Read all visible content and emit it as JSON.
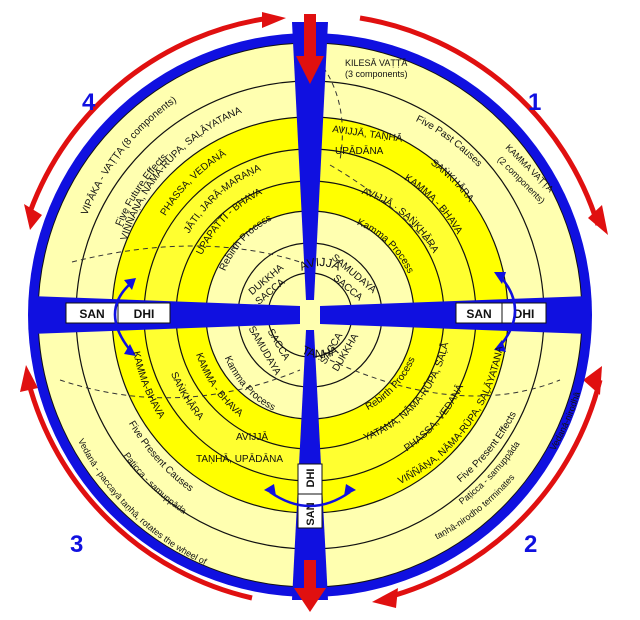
{
  "colors": {
    "rim_blue": "#1010e0",
    "arrow_red": "#e01010",
    "pale_yellow": "#ffffb0",
    "bright_yellow": "#ffff00",
    "ink": "#111111"
  },
  "quadrant_numbers": {
    "q1": "1",
    "q2": "2",
    "q3": "3",
    "q4": "4"
  },
  "center": {
    "avijja": "AVIJJĀ",
    "tanha": "TAṆHĀ"
  },
  "truths": {
    "dukkha_sacca_top": [
      "DUKKHA",
      "SACCA"
    ],
    "samudaya_sacca_top": [
      "SAMUDAYA",
      "SACCA"
    ],
    "samudaya_sacca_bottom": [
      "SAMUDAYA",
      "SACCA"
    ],
    "dukkha_sacca_bottom": [
      "DUKKHA",
      "SACCA"
    ]
  },
  "processes": {
    "rebirth_top_left": "Rebirth Process",
    "kamma_top_right": "Kamma Process",
    "kamma_bottom_left": "Kamma Process",
    "rebirth_bottom_right": "Rebirth Process"
  },
  "top_right": {
    "ring_inner": "AVIJJĀ · SAṄKHĀRA",
    "ring_mid": "KAMMA - BHAVA",
    "ring_mid2": "SAṄKHĀRA",
    "ring_outer": "UPĀDĀNA",
    "ring_outer2": "AVIJJĀ, TAṆHĀ",
    "causes": "Five Past Causes",
    "vatta": "KAMMA VAṬṬA",
    "vatta_sub": "(2 components)",
    "kilesa": "KILESĀ VAṬṬĀ",
    "kilesa_sub": "(3 components)"
  },
  "top_left": {
    "ring_inner": "UPAPATTI - BHAVA",
    "ring_mid": "JĀTI, JARĀ-MARAṆA",
    "ring_mid2": "PHASSA, VEDANĀ",
    "ring_outer": "VIÑÑĀṆA, NĀMA-RŪPA, SAḶĀYATANA",
    "effects": "Five Future Effects",
    "vatta": "VIPĀKA - VAṬṬA (8 components)"
  },
  "bottom_left": {
    "ring_inner": "KAMMA - BHAVA",
    "ring_mid": "TAṆHĀ, UPĀDĀNA",
    "ring_mid_b": "AVIJJĀ",
    "ring_mid2": "SAṄKHĀRA",
    "ring_outer": "KAMMA-BHAVA",
    "ring_outer2": "AVIJJĀ",
    "ring_outer3": "TAṆHĀ, UPĀDĀNA",
    "causes": "Five Present Causes",
    "paticca": "Paṭicca - samuppāda",
    "wheel": "Vedanā - paccayā taṇhā, rotates the wheel of"
  },
  "bottom_right": {
    "ring_inner": "YATANA, NĀMA-RŪPA, SAḶĀ",
    "ring_mid": "VIÑÑĀṆA, NĀMA-RŪPA, SAḶĀYATANA",
    "ring_mid2": "PHASSA, VEDANĀ",
    "effects": "Five Present Effects",
    "paticca": "Paṭicca - samuppāda",
    "nirodha": "taṇhā-nirodho terminates",
    "vedana": "Vedanā-nirodhā"
  },
  "sandhi": {
    "san": "SAN",
    "dhi": "DHI"
  }
}
